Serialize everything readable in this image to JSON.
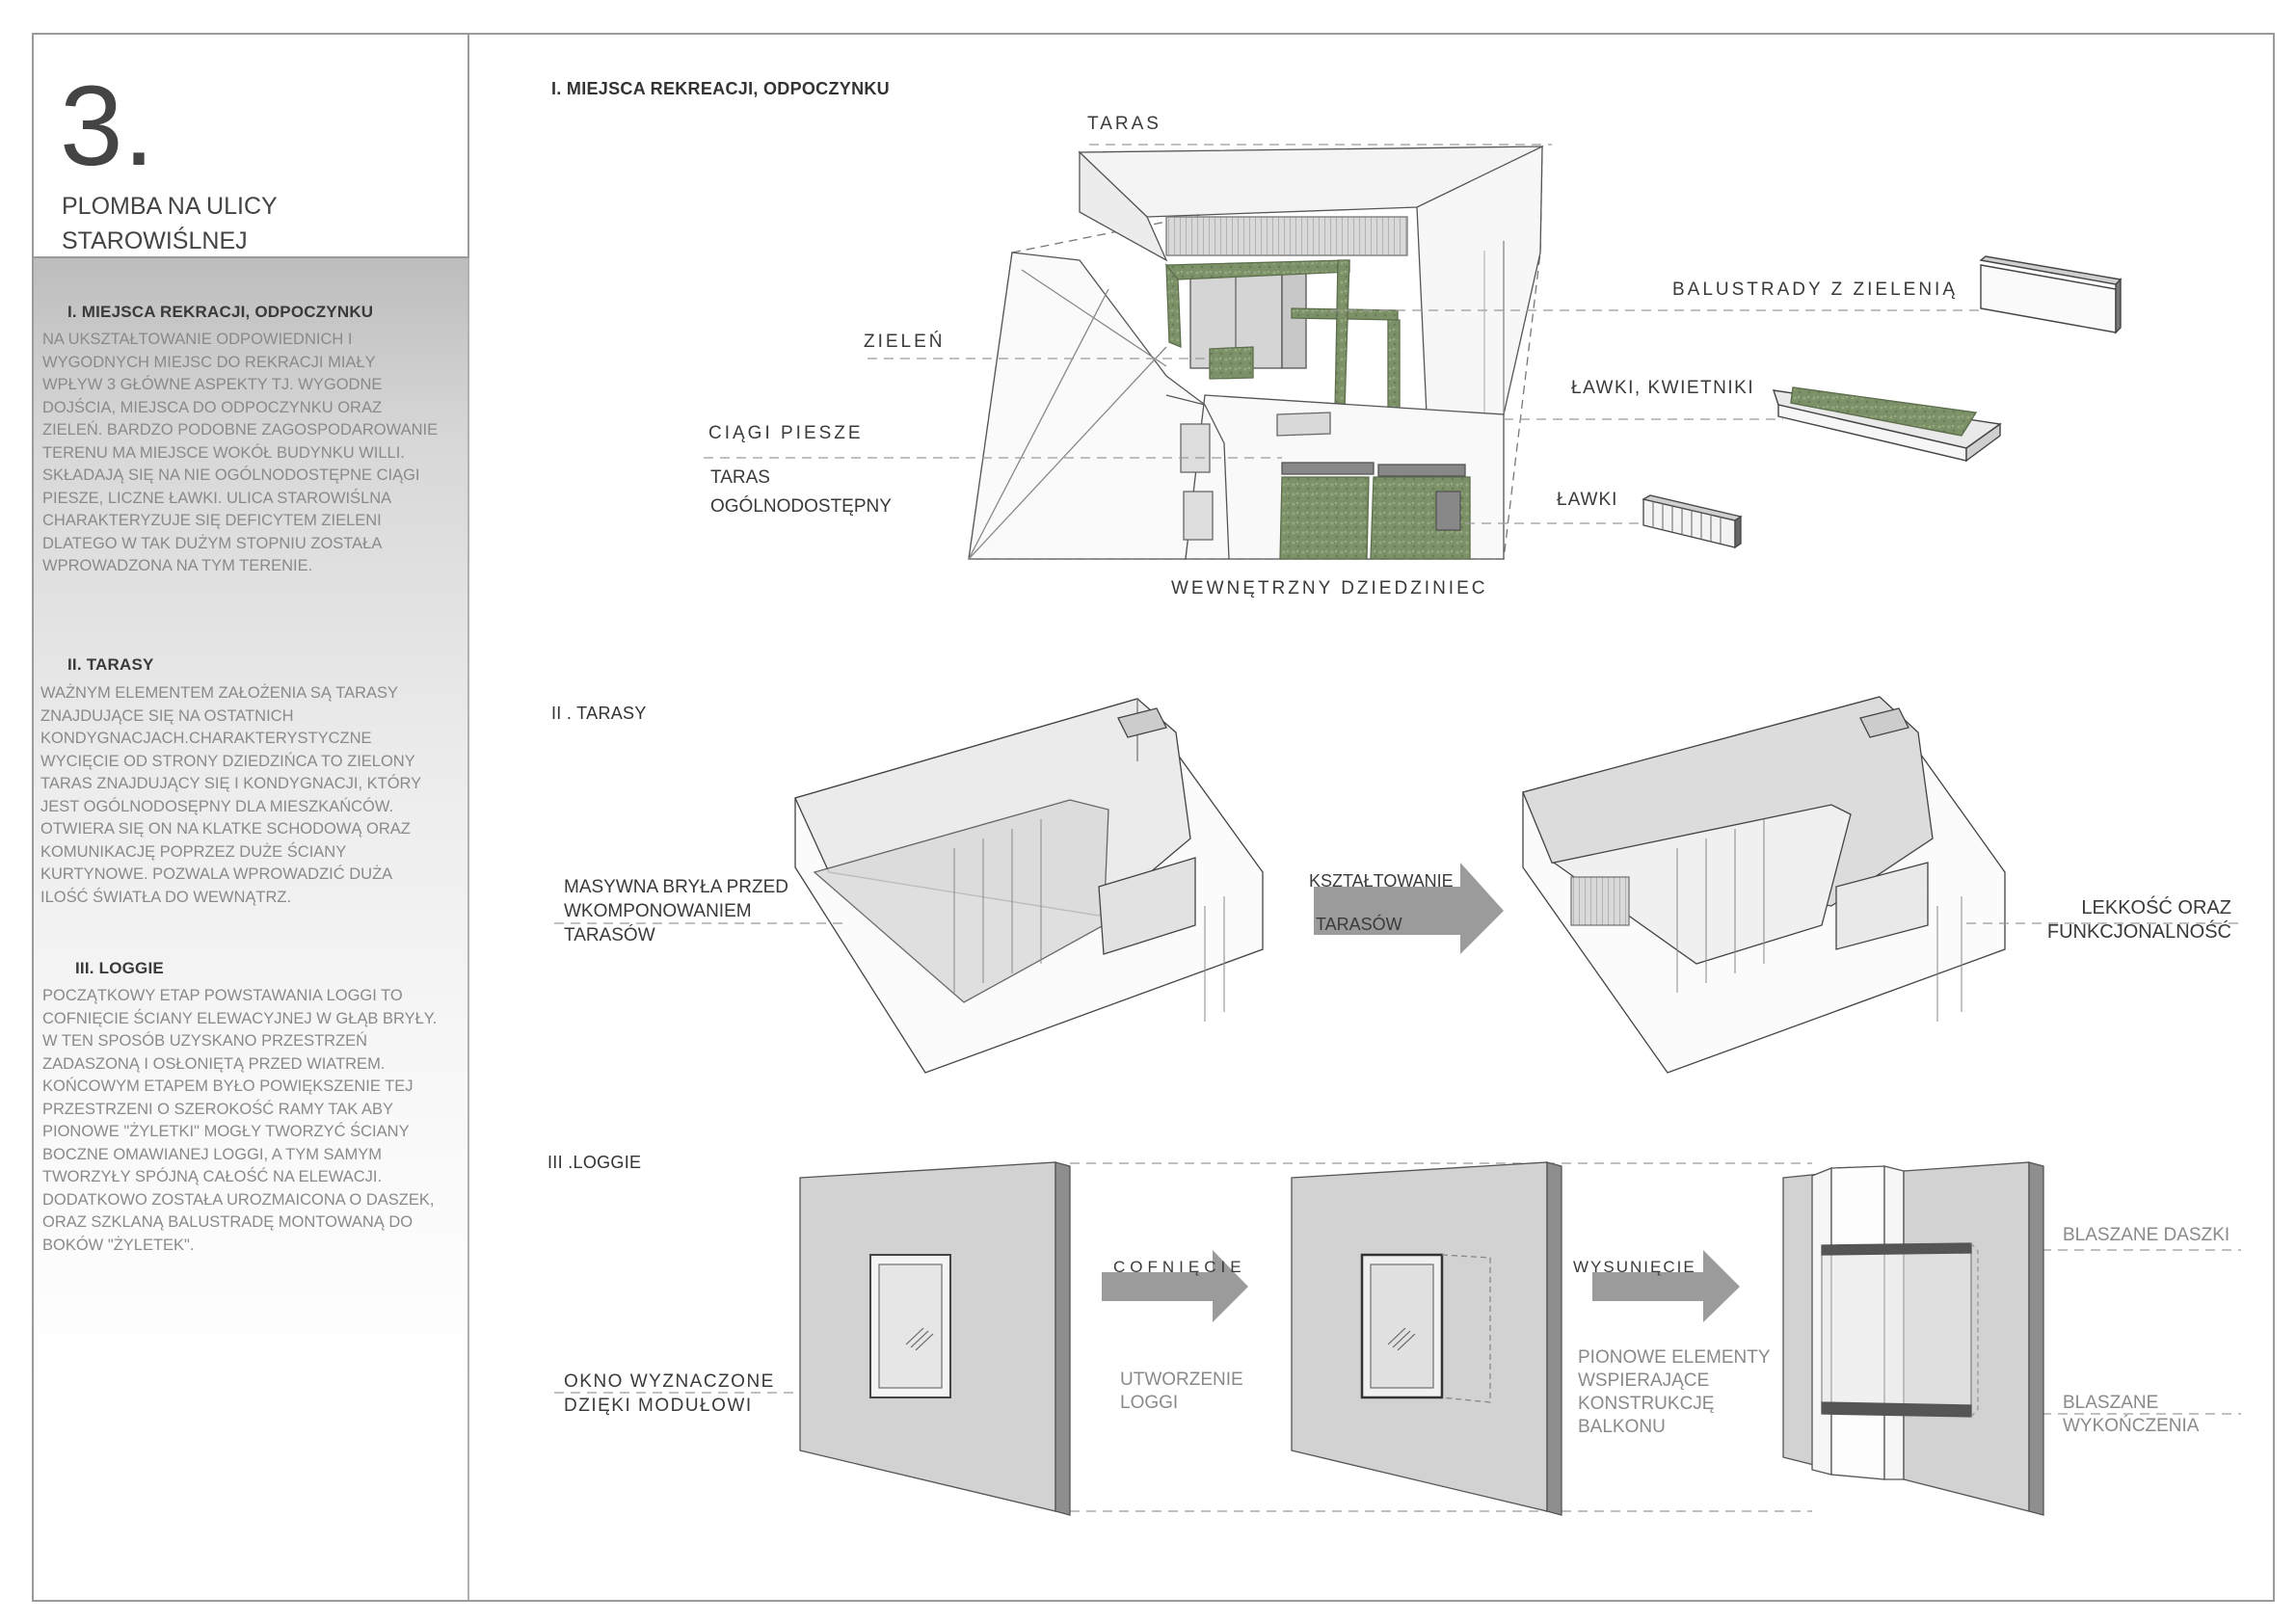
{
  "sheet": {
    "number": "3.",
    "title": "PLOMBA NA ULICY\nSTAROWIŚLNEJ"
  },
  "sidebar": {
    "sections": [
      {
        "heading": "I. MIEJSCA REKRACJI, ODPOCZYNKU",
        "text": "NA UKSZTAŁTOWANIE ODPOWIEDNICH I\nWYGODNYCH  MIEJSC DO REKRACJI  MIAŁY\nWPŁYW  3 GŁÓWNE ASPEKTY TJ. WYGODNE\nDOJŚCIA, MIEJSCA DO ODPOCZYNKU ORAZ\nZIELEŃ. BARDZO PODOBNE ZAGOSPODAROWANIE\nTERENU MA MIEJSCE WOKÓŁ BUDYNKU WILLI.\nSKŁADAJĄ SIĘ NA NIE OGÓLNODOSTĘPNE CIĄGI\nPIESZE, LICZNE ŁAWKI. ULICA STAROWIŚLNA\nCHARAKTERYZUJE SIĘ DEFICYTEM ZIELENI\nDLATEGO W TAK DUŻYM STOPNIU ZOSTAŁA\nWPROWADZONA NA TYM TERENIE."
      },
      {
        "heading": "II. TARASY",
        "text": "WAŻNYM ELEMENTEM ZAŁOŻENIA SĄ TARASY\nZNAJDUJĄCE SIĘ NA OSTATNICH\nKONDYGNACJACH.CHARAKTERYSTYCZNE\nWYCIĘCIE OD STRONY DZIEDZIŃCA TO  ZIELONY\nTARAS ZNAJDUJĄCY SIĘ I KONDYGNACJI, KTÓRY\nJEST OGÓLNODOSĘPNY DLA MIESZKAŃCÓW.\nOTWIERA SIĘ ON NA KLATKE SCHODOWĄ ORAZ\nKOMUNIKACJĘ POPRZEZ DUŻE ŚCIANY\nKURTYNOWE. POZWALA WPROWADZIĆ DUŻA\nILOŚĆ ŚWIATŁA DO WEWNĄTRZ."
      },
      {
        "heading": "III. LOGGIE",
        "text": "POCZĄTKOWY ETAP POWSTAWANIA LOGGI TO\nCOFNIĘCIE ŚCIANY ELEWACYJNEJ W GŁĄB BRYŁY.\nW TEN SPOSÓB UZYSKANO PRZESTRZEŃ\nZADASZONĄ I OSŁONIĘTĄ PRZED WIATREM.\nKOŃCOWYM ETAPEM BYŁO  POWIĘKSZENIE TEJ\nPRZESTRZENI O SZEROKOŚĆ RAMY TAK ABY\nPIONOWE \"ŻYLETKI\" MOGŁY TWORZYĆ ŚCIANY\nBOCZNE OMAWIANEJ LOGGI, A TYM SAMYM\nTWORZYŁY  SPÓJNĄ CAŁOŚĆ NA ELEWACJI.\nDODATKOWO ZOSTAŁA UROZMAICONA O DASZEK,\nORAZ SZKLANĄ BALUSTRADĘ MONTOWANĄ DO\nBOKÓW \"ŻYLETEK\"."
      }
    ]
  },
  "section1": {
    "title": "I. MIEJSCA REKREACJI, ODPOCZYNKU",
    "labels": {
      "taras": "TARAS",
      "zielen": "ZIELEŃ",
      "ciagi": "CIĄGI PIESZE",
      "taras_ogolno": "TARAS\nOGÓLNODOSTĘPNY",
      "dziedziniec": "WEWNĘTRZNY DZIEDZINIEC",
      "balustrady": "BALUSTRADY Z ZIELENIĄ",
      "lawki_kwietniki": "ŁAWKI, KWIETNIKI",
      "lawki": "ŁAWKI"
    }
  },
  "section2": {
    "title": "II . TARASY",
    "labels": {
      "masywna": "MASYWNA BRYŁA PRZED\nWKOMPONOWANIEM\nTARASÓW",
      "arrow_top": "KSZTAŁTOWANIE",
      "arrow_bottom": "TARASÓW",
      "lekkosc": "LEKKOŚĆ ORAZ\nFUNKCJONALNOŚĆ"
    }
  },
  "section3": {
    "title": "III .LOGGIE",
    "labels": {
      "okno": "OKNO WYZNACZONE\nDZIĘKI MODUŁOWI",
      "cofniecie": "COFNIĘCIE",
      "utworzenie": "UTWORZENIE\nLOGGI",
      "wysuniecie": "WYSUNIĘCIE",
      "pionowe": "PIONOWE ELEMENTY\nWSPIERAJĄCE\nKONSTRUKCJĘ\nBALKONU",
      "daszki": "BLASZANE DASZKI",
      "wykonczenia": "BLASZANE\nWYKOŃCZENIA"
    }
  },
  "colors": {
    "green": "#7d9168",
    "wall_grey": "#d2d2d2",
    "dark_grey": "#9a9a9a",
    "arrow_grey": "#9b9b9b"
  }
}
